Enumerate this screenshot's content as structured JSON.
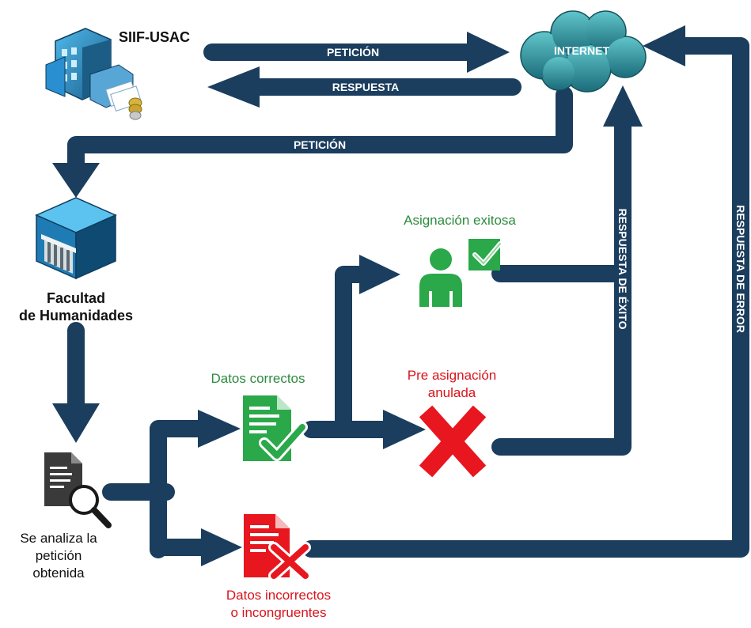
{
  "colors": {
    "arrow": "#1b3d5e",
    "success_green": "#2aa84a",
    "success_text": "#2e8b3f",
    "error_red": "#e8161e",
    "error_text": "#d8141c",
    "document_gray": "#3a3a3a",
    "cloud": "#2a8b97"
  },
  "nodes": {
    "siif": {
      "label": "SIIF-USAC",
      "icon": "office-building-icon"
    },
    "internet": {
      "label": "INTERNET",
      "icon": "cloud-icon"
    },
    "facultad": {
      "label_line1": "Facultad",
      "label_line2": "de Humanidades",
      "icon": "faculty-building-icon"
    },
    "analysis": {
      "label_line1": "Se analiza la",
      "label_line2": "petición",
      "label_line3": "obtenida",
      "icon": "document-magnifier-icon"
    },
    "datos_correctos": {
      "label": "Datos correctos",
      "icon": "document-check-icon"
    },
    "datos_incorrectos": {
      "label_line1": "Datos incorrectos",
      "label_line2": "o incongruentes",
      "icon": "document-x-icon"
    },
    "asignacion_exitosa": {
      "label": "Asignación exitosa",
      "icon": "user-check-icon"
    },
    "pre_asignacion": {
      "label_line1": "Pre asignación",
      "label_line2": "anulada",
      "icon": "red-x-icon"
    }
  },
  "arrows": {
    "peticion_top": "PETICIÓN",
    "respuesta_top": "RESPUESTA",
    "peticion_mid": "PETICIÓN",
    "respuesta_exito": "RESPUESTA DE ÉXITO",
    "respuesta_error": "RESPUESTA DE ERROR"
  }
}
